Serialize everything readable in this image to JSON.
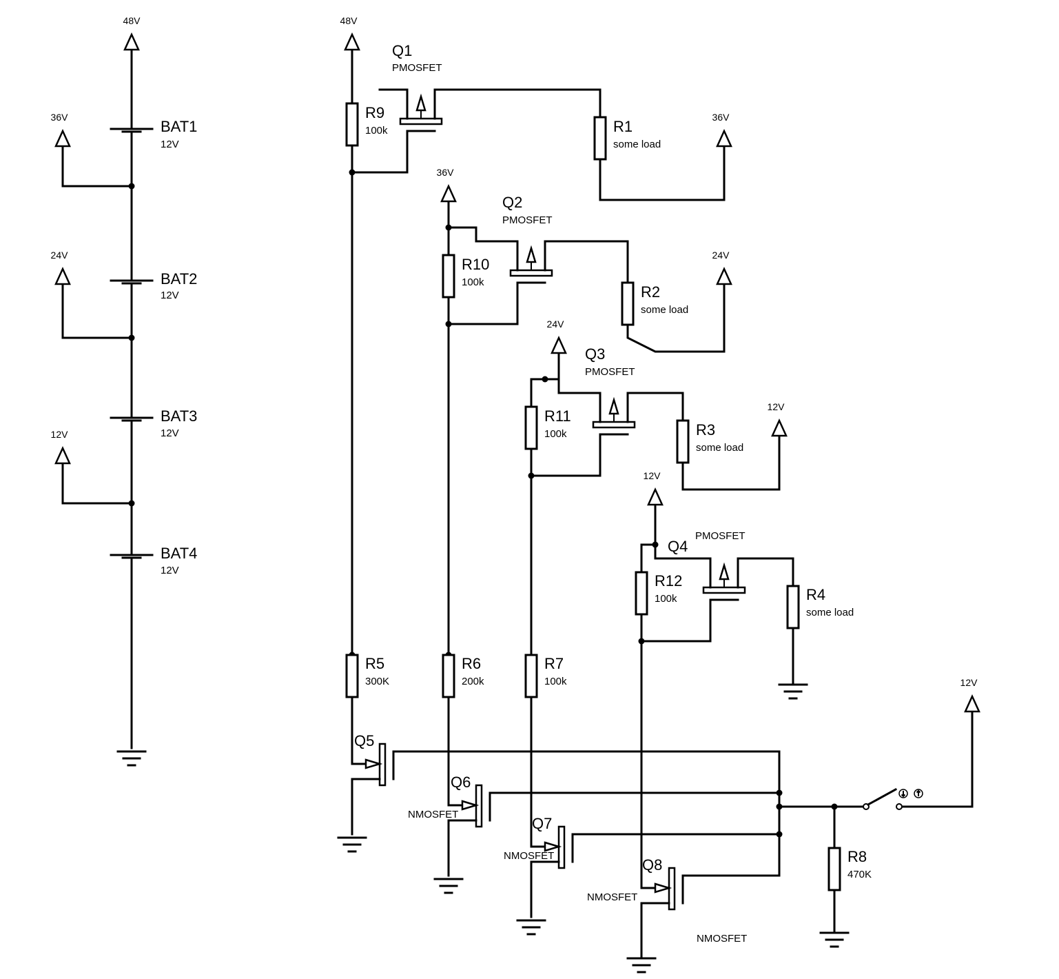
{
  "batteries": [
    {
      "ref": "BAT1",
      "value": "12V"
    },
    {
      "ref": "BAT2",
      "value": "12V"
    },
    {
      "ref": "BAT3",
      "value": "12V"
    },
    {
      "ref": "BAT4",
      "value": "12V"
    }
  ],
  "rails": {
    "bat_top": "48V",
    "bat_36": "36V",
    "bat_24": "24V",
    "bat_12": "12V",
    "q1_src": "48V",
    "r1_ret": "36V",
    "q2_src": "36V",
    "r2_ret": "24V",
    "q3_src": "24V",
    "r3_ret": "12V",
    "q4_src": "12V",
    "switch_supply": "12V"
  },
  "resistors": [
    {
      "ref": "R1",
      "value": "some load"
    },
    {
      "ref": "R2",
      "value": "some load"
    },
    {
      "ref": "R3",
      "value": "some load"
    },
    {
      "ref": "R4",
      "value": "some load"
    },
    {
      "ref": "R5",
      "value": "300K"
    },
    {
      "ref": "R6",
      "value": "200k"
    },
    {
      "ref": "R7",
      "value": "100k"
    },
    {
      "ref": "R8",
      "value": "470K"
    },
    {
      "ref": "R9",
      "value": "100k"
    },
    {
      "ref": "R10",
      "value": "100k"
    },
    {
      "ref": "R11",
      "value": "100k"
    },
    {
      "ref": "R12",
      "value": "100k"
    }
  ],
  "transistors": [
    {
      "ref": "Q1",
      "type": "PMOSFET"
    },
    {
      "ref": "Q2",
      "type": "PMOSFET"
    },
    {
      "ref": "Q3",
      "type": "PMOSFET"
    },
    {
      "ref": "Q4",
      "type": "PMOSFET"
    },
    {
      "ref": "Q5",
      "type": ""
    },
    {
      "ref": "Q6",
      "type": "NMOSFET"
    },
    {
      "ref": "Q7",
      "type": "NMOSFET"
    },
    {
      "ref": "Q8",
      "type": "NMOSFET"
    }
  ],
  "extra_label": "NMOSFET"
}
